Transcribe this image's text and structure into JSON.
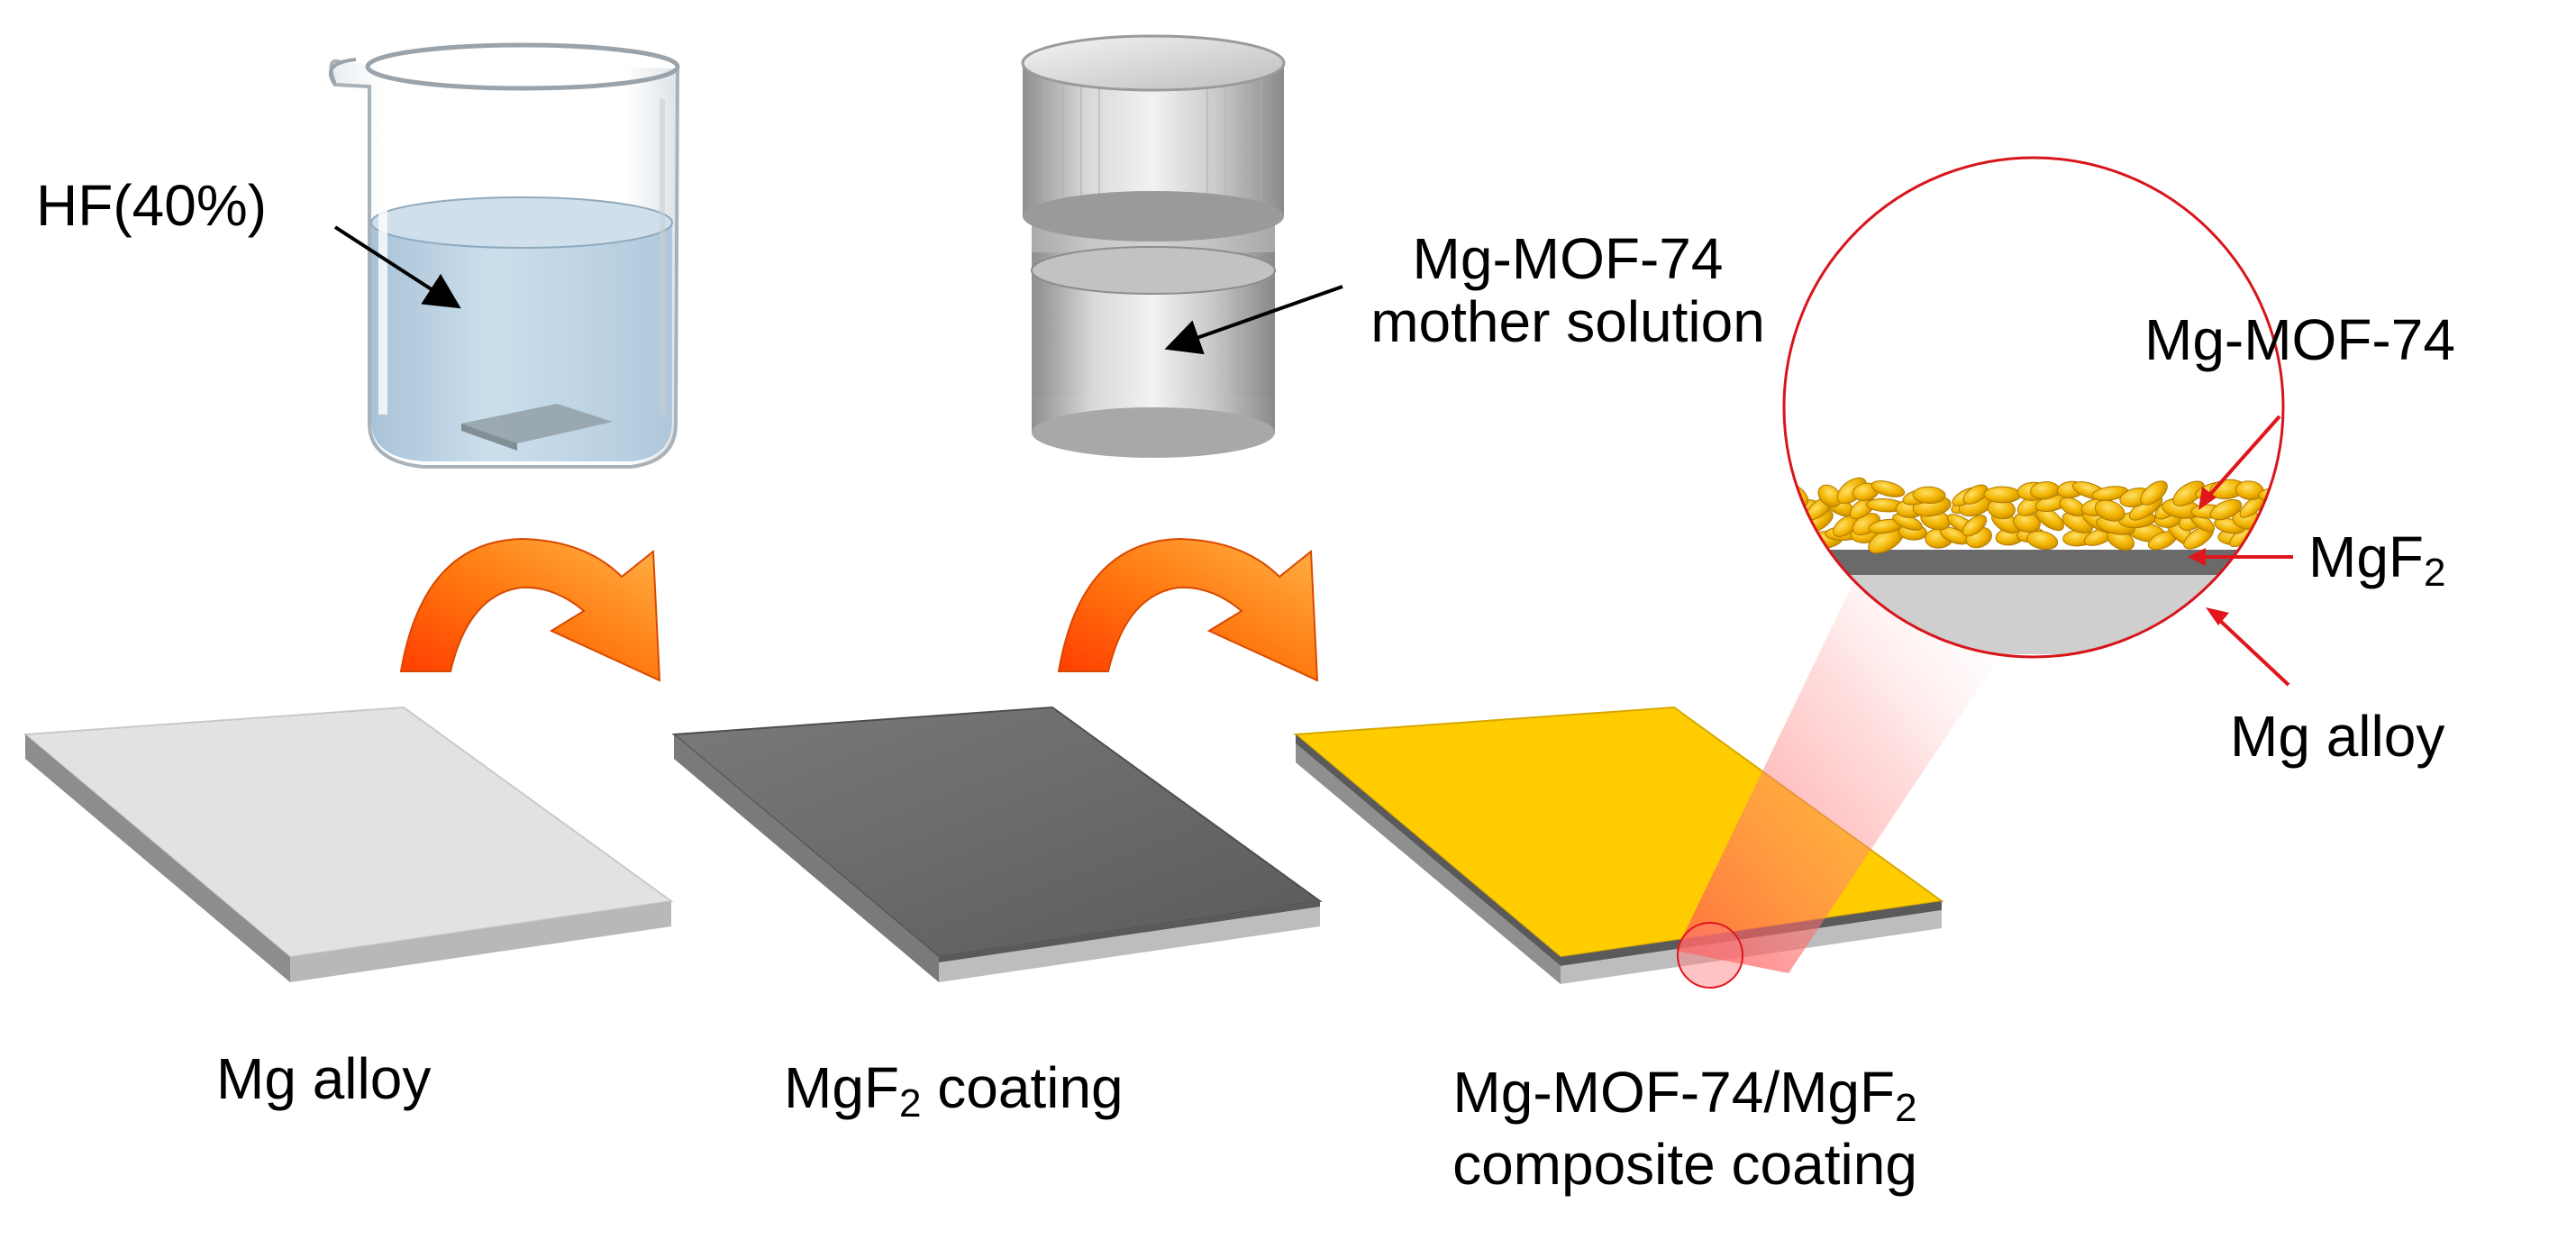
{
  "labels": {
    "hf": "HF(40%)",
    "mother_line1": "Mg-MOF-74",
    "mother_line2": "mother solution",
    "inset_mof": "Mg-MOF-74",
    "inset_mgf2_base": "MgF",
    "inset_mgf2_sub": "2",
    "inset_alloy": "Mg alloy",
    "step1": "Mg alloy",
    "step2_base": "MgF",
    "step2_sub": "2",
    "step2_rest": " coating",
    "step3_line1_base": "Mg-MOF-74/MgF",
    "step3_line1_sub": "2",
    "step3_line2": "composite coating"
  },
  "colors": {
    "mg_alloy": "#e2e2e2",
    "mgf2": "#676767",
    "mof_yellow": "#ffcc00",
    "arrow_orange": "#ff6a00",
    "pointer_red": "#e0161c",
    "liquid": "#b8d0e3"
  },
  "icons": {
    "beaker": "beaker-icon",
    "vial": "reagent-bottle-icon",
    "curved_arrow": "curved-arrow-icon",
    "magnifier": "magnify-inset-circle"
  }
}
